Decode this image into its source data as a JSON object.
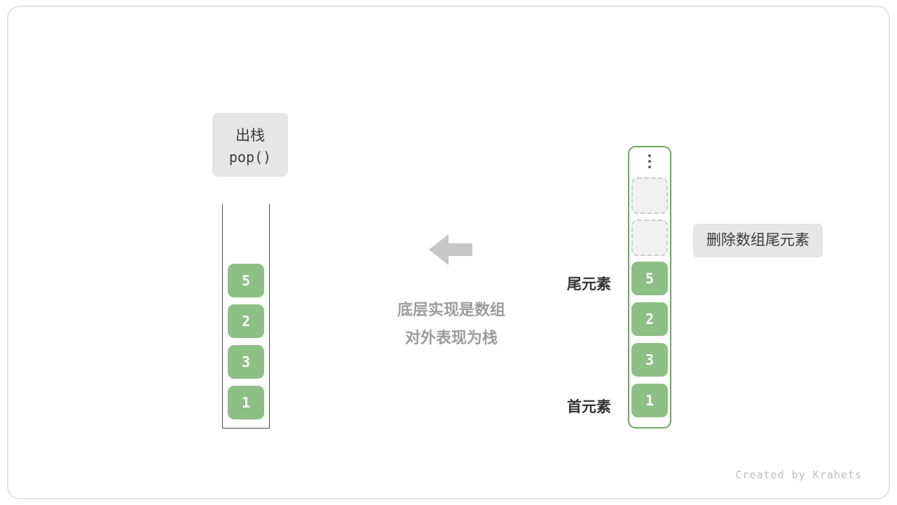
{
  "diagram": {
    "pop_box": {
      "title": "出栈",
      "code": "pop()"
    },
    "caption": {
      "line1": "底层实现是数组",
      "line2": "对外表现为栈"
    },
    "stack": {
      "values": [
        "5",
        "2",
        "3",
        "1"
      ]
    },
    "array": {
      "values": [
        "5",
        "2",
        "3",
        "1"
      ],
      "empty_slot_count": 2,
      "ellipsis_icon": "vertical-ellipsis"
    },
    "labels": {
      "tail": "尾元素",
      "head": "首元素",
      "callout": "删除数组尾元素"
    },
    "icons": {
      "arrow": "arrow-left"
    },
    "watermark": "Created by Krahets",
    "colors": {
      "cell_green": "#8dc084",
      "container_green": "#6fa75f",
      "label_gray_bg": "#e6e6e6",
      "arrow_gray": "#c7c7c7",
      "caption_gray": "#9c9c9c",
      "text_dark": "#3c3c3c",
      "watermark_gray": "#bdbdbd"
    }
  }
}
